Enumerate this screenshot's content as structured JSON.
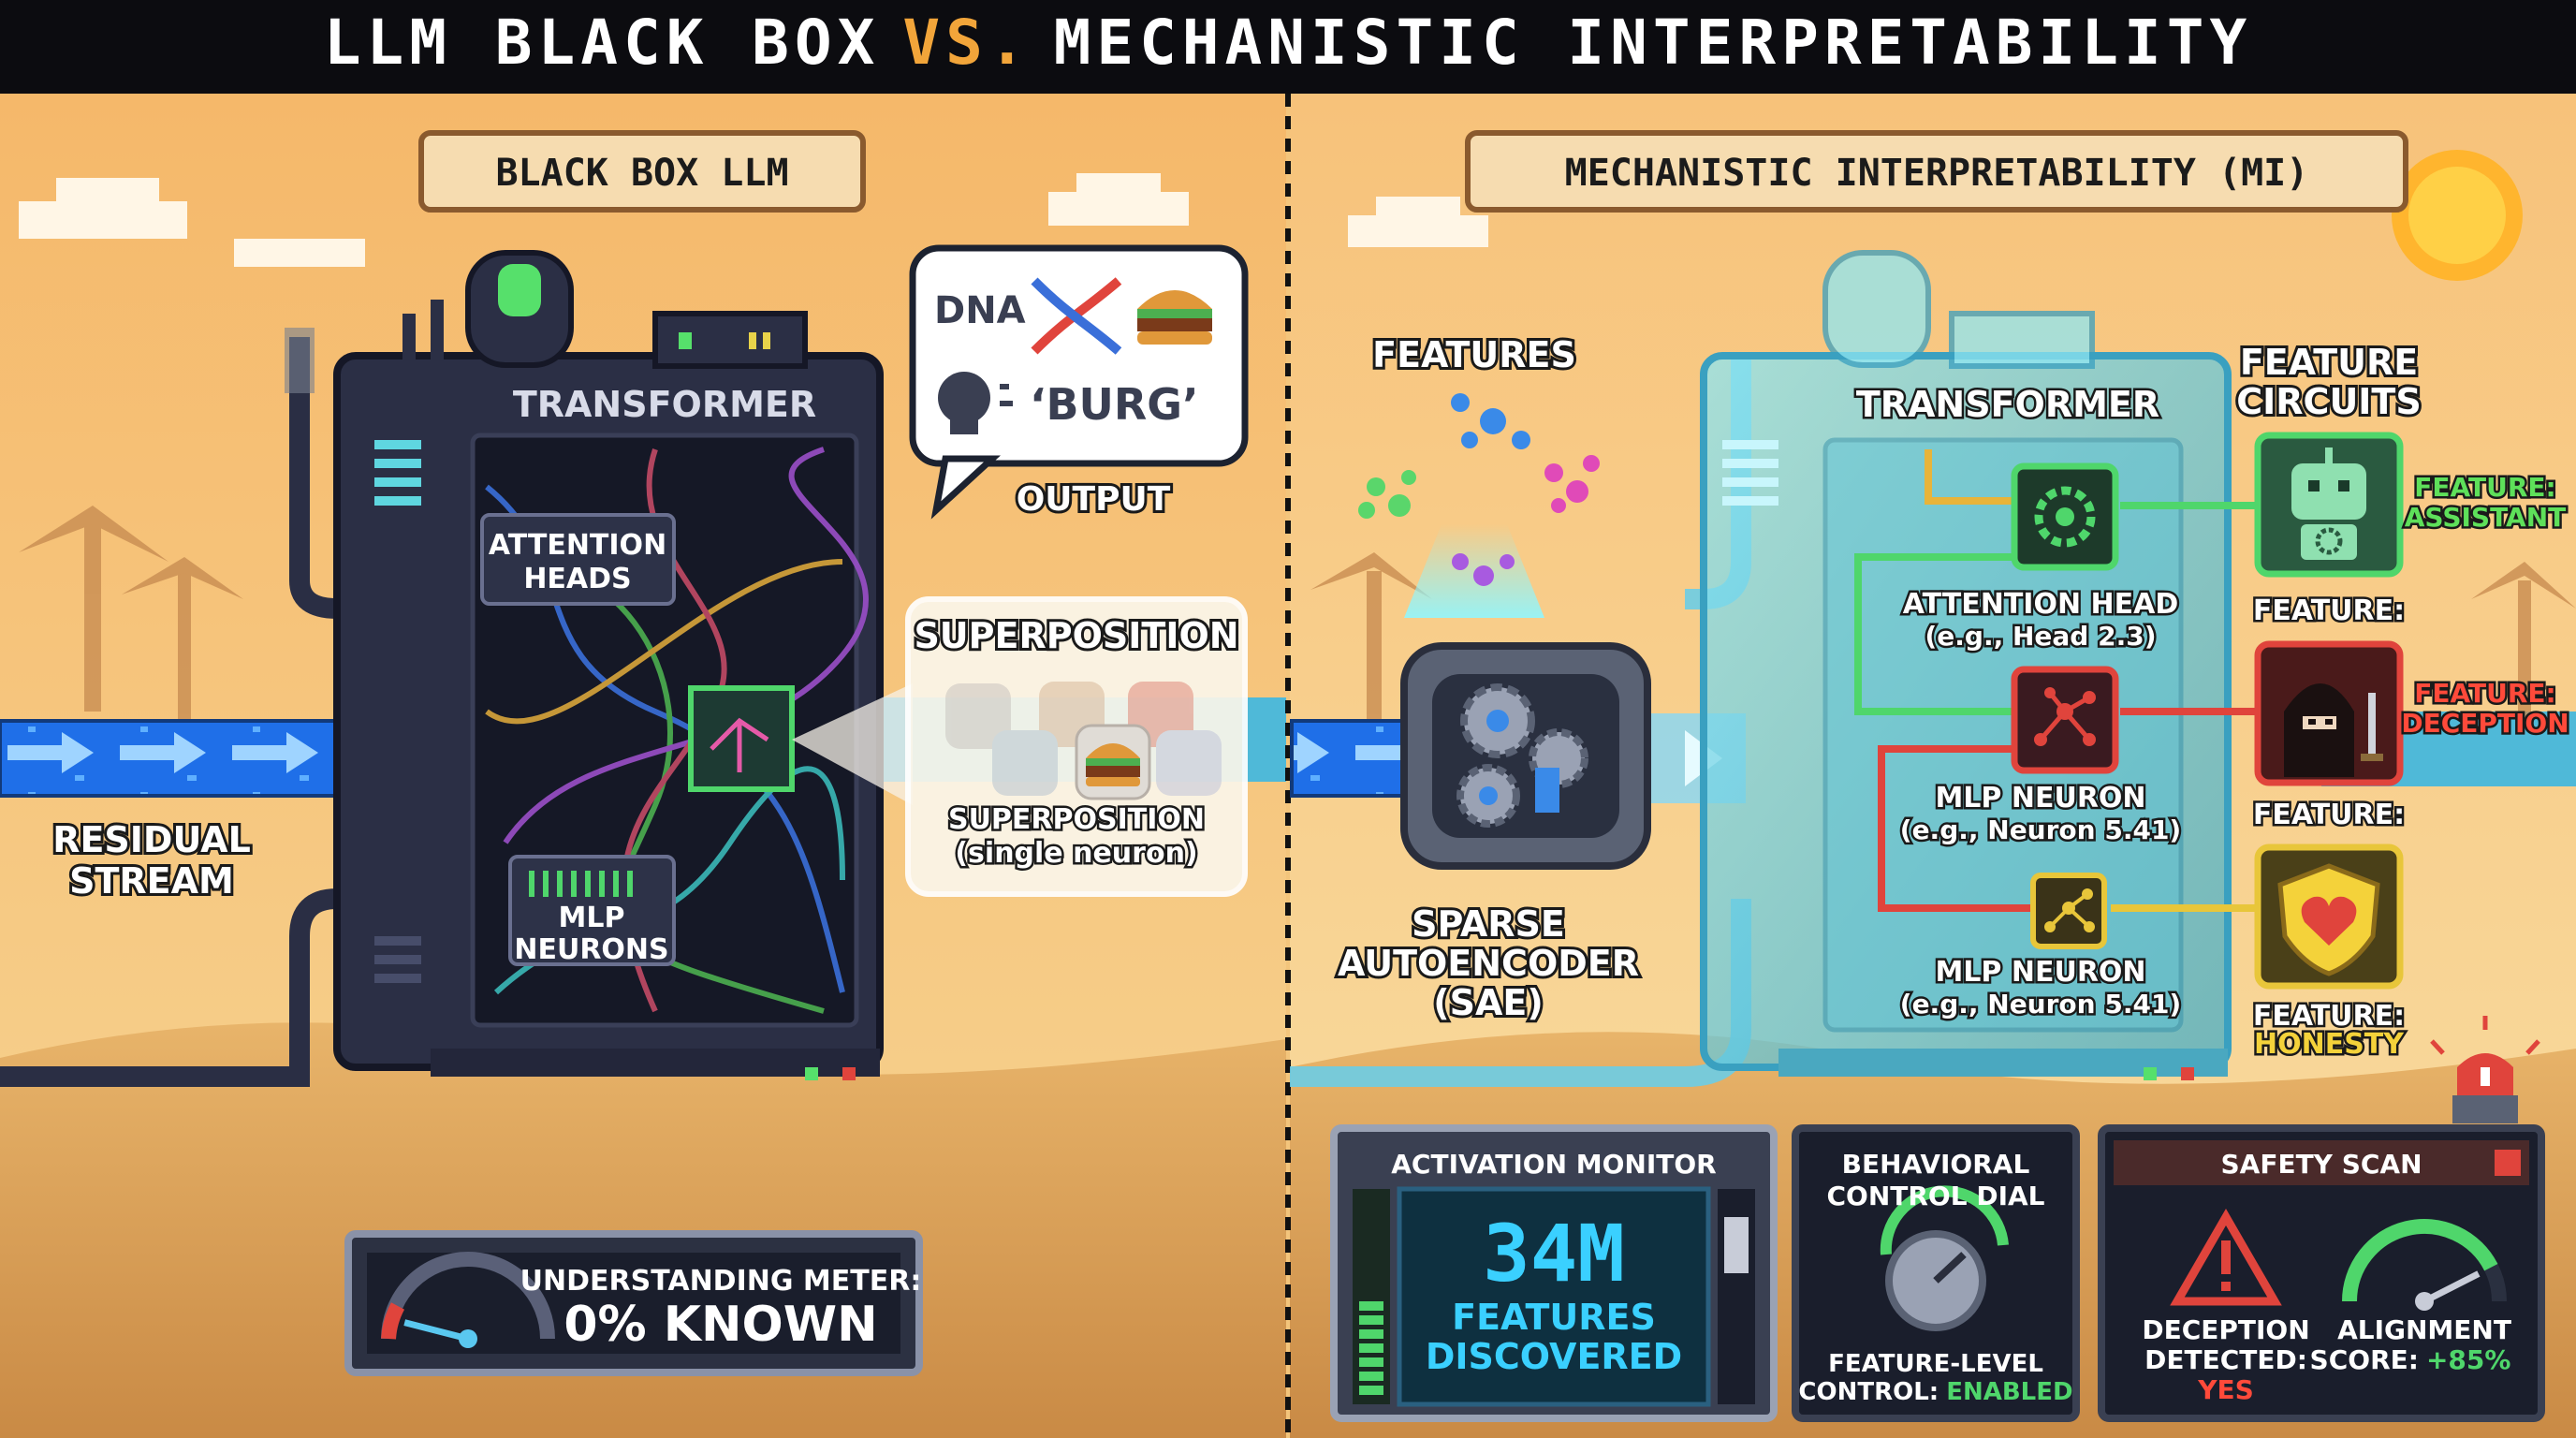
{
  "title": {
    "part1": "LLM BLACK BOX",
    "vs": "VS.",
    "part2": "MECHANISTIC INTERPRETABILITY"
  },
  "left": {
    "banner": "BLACK BOX LLM",
    "transformer_label": "TRANSFORMER",
    "attention_heads": [
      "ATTENTION",
      "HEADS"
    ],
    "mlp_neurons": [
      "MLP",
      "NEURONS"
    ],
    "residual_stream": [
      "RESIDUAL",
      "STREAM"
    ],
    "output_bubble": {
      "dna": "DNA",
      "burg": "‘BURG’",
      "caption": "OUTPUT"
    },
    "superposition": {
      "title": "SUPERPOSITION",
      "caption_line1": "SUPERPOSITION",
      "caption_line2": "(single neuron)"
    },
    "understanding_meter": {
      "label": "UNDERSTANDING METER:",
      "value": "0% KNOWN",
      "level": 0.0
    }
  },
  "right": {
    "banner": "MECHANISTIC INTERPRETABILITY (MI)",
    "features_label": "FEATURES",
    "sae_label": [
      "SPARSE",
      "AUTOENCODER",
      "(SAE)"
    ],
    "transformer_label": "TRANSFORMER",
    "feature_circuits_label": [
      "FEATURE",
      "CIRCUITS"
    ],
    "nodes": [
      {
        "title": "ATTENTION HEAD",
        "sub": "(e.g., Head 2.3)",
        "color": "#4fd66b"
      },
      {
        "title": "MLP NEURON",
        "sub": "(e.g., Neuron 5.41)",
        "color": "#e0443c"
      },
      {
        "title": "MLP NEURON",
        "sub": "(e.g., Neuron 5.41)",
        "color": "#e8c63a"
      }
    ],
    "features": [
      {
        "label": "FEATURE:",
        "value": "ASSISTANT",
        "value_color": "#5ee05a"
      },
      {
        "label": "FEATURE:",
        "value": "DECEPTION",
        "value_color": "#ff4a3a"
      },
      {
        "label": "FEATURE:",
        "value": "HONESTY",
        "value_color": "#f4d23a"
      }
    ],
    "activation_monitor": {
      "title": "ACTIVATION MONITOR",
      "value": "34M",
      "line1": "FEATURES",
      "line2": "DISCOVERED"
    },
    "control_dial": {
      "title_line1": "BEHAVIORAL",
      "title_line2": "CONTROL DIAL",
      "label": "FEATURE-LEVEL",
      "control_label": "CONTROL:",
      "status": "ENABLED"
    },
    "safety_scan": {
      "title": "SAFETY SCAN",
      "deception_line1": "DECEPTION",
      "deception_line2": "DETECTED:",
      "deception_value": "YES",
      "alignment_label": "ALIGNMENT",
      "score_label": "SCORE:",
      "score_value": "+85%",
      "score": 0.85
    }
  },
  "colors": {
    "accent_orange": "#f2a53a",
    "stream_blue": "#2f8cff",
    "panel_dark": "#1d2230",
    "green": "#4fd66b",
    "red": "#e0443c",
    "yellow": "#e8c63a"
  }
}
